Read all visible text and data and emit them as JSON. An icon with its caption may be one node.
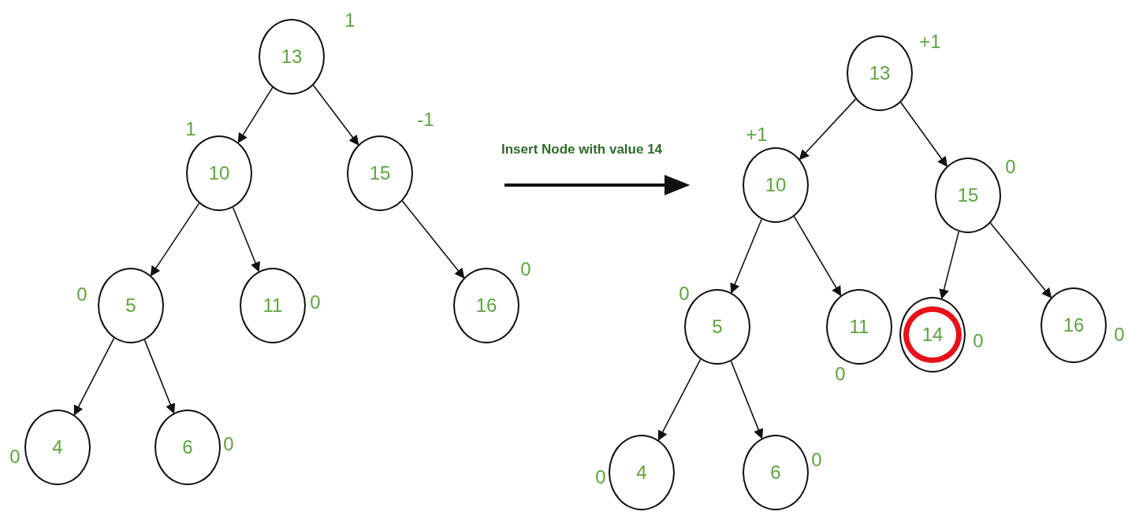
{
  "diagram": {
    "nodes": [
      {
        "text": [
          "13"
        ],
        "beside": [
          "1"
        ]
      },
      {
        "text": [
          "10"
        ],
        "beside": [
          "1"
        ]
      },
      {
        "text": [
          "15"
        ],
        "beside": [
          "-1"
        ]
      },
      {
        "text": [
          "5"
        ],
        "beside": [
          "0"
        ]
      },
      {
        "text": [
          "11"
        ],
        "beside": [
          "0"
        ]
      },
      {
        "text": [
          "16"
        ],
        "beside": [
          "0"
        ]
      },
      {
        "text": [
          "4"
        ],
        "beside": [
          "0"
        ]
      },
      {
        "text": [
          "6"
        ],
        "beside": [
          "0"
        ]
      },
      {
        "text": [
          "13"
        ],
        "beside": [
          "+1"
        ]
      },
      {
        "text": [
          "10"
        ],
        "beside": [
          "+1"
        ]
      },
      {
        "text": [
          "15"
        ],
        "beside": [
          "0"
        ]
      },
      {
        "text": [
          "5"
        ],
        "beside": [
          "0"
        ]
      },
      {
        "text": [
          "11"
        ],
        "beside": [
          "0"
        ]
      },
      {
        "text": [
          "14"
        ],
        "beside": [
          "0"
        ]
      },
      {
        "text": [
          "16"
        ],
        "beside": [
          "0"
        ]
      },
      {
        "text": [
          "4"
        ],
        "beside": [
          "0"
        ]
      },
      {
        "text": [
          "6"
        ],
        "beside": [
          "0"
        ]
      }
    ],
    "edges": [
      {
        "from": 0,
        "to": 1,
        "arrow": "to"
      },
      {
        "from": 0,
        "to": 2,
        "arrow": "to"
      },
      {
        "from": 1,
        "to": 3,
        "arrow": "to"
      },
      {
        "from": 1,
        "to": 4,
        "arrow": "to"
      },
      {
        "from": 2,
        "to": 5,
        "arrow": "to"
      },
      {
        "from": 3,
        "to": 6,
        "arrow": "to"
      },
      {
        "from": 3,
        "to": 7,
        "arrow": "to"
      },
      {
        "from": 8,
        "to": 9,
        "arrow": "to"
      },
      {
        "from": 8,
        "to": 10,
        "arrow": "to"
      },
      {
        "from": 9,
        "to": 11,
        "arrow": "to"
      },
      {
        "from": 9,
        "to": 12,
        "arrow": "to"
      },
      {
        "from": 10,
        "to": 13,
        "arrow": "to"
      },
      {
        "from": 10,
        "to": 14,
        "arrow": "to"
      },
      {
        "from": 11,
        "to": 15,
        "arrow": "to"
      },
      {
        "from": 11,
        "to": 16,
        "arrow": "to"
      }
    ],
    "labels": [
      "Insert Node with value 14"
    ]
  }
}
